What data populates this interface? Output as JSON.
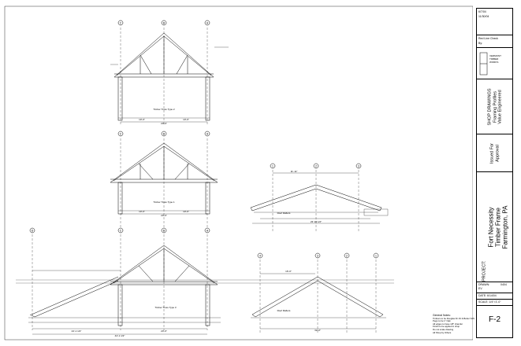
{
  "title_block": {
    "revisions": [
      "6/7/04",
      "11/30/04"
    ],
    "red_line_check": "Red Line Check",
    "by": "By:",
    "logo_text": [
      "VERMONT",
      "TIMBER",
      "WORKS"
    ],
    "drawing_title": [
      "SHOP DRAWINGS",
      "Framing Profiles",
      "Value Engineered"
    ],
    "issued_for": [
      "Issued For",
      "Approval"
    ],
    "project_label": "PROJECT:",
    "project": [
      "Fort Necessity",
      "Timber Frame",
      "Farmington, PA"
    ],
    "drawn_label": "DRAWN:",
    "drawn": "EV",
    "job_no": "0404",
    "date": "DATE: 6/14/04",
    "scale": "SCALE: 1/4\"=1'-0\"",
    "sheet": "F-2"
  },
  "views": {
    "top_left": {
      "grid": [
        "C",
        "B",
        "A"
      ],
      "label": "Timber Truss Type 2",
      "dims": [
        "20'-0\"",
        "10'-0\"",
        "10'-0\""
      ]
    },
    "mid_left": {
      "grid": [
        "C",
        "B",
        "A"
      ],
      "label": "Timber Truss Type 1",
      "dims": [
        "20'-0\"",
        "10'-0\"",
        "10'-0\""
      ]
    },
    "mid_right": {
      "grid": [
        "1",
        "2",
        "3"
      ],
      "label": "Roof Rafters",
      "dims": [
        "23'-10 1/2\"",
        "11'-11\""
      ]
    },
    "bottom_left": {
      "grid": [
        "D",
        "C",
        "B",
        "A"
      ],
      "label": "Timber Truss Type 3",
      "dims": [
        "44'-1 1/2\"",
        "24'-1 1/2\"",
        "20'-0\""
      ]
    },
    "bottom_right": {
      "grid": [
        "4",
        "3",
        "2",
        "1"
      ],
      "label": "Roof Rafters",
      "dims": [
        "32'-0\"",
        "16'-0\""
      ]
    }
  },
  "notes": {
    "heading": "General Notes:",
    "lines": [
      "Timbers to be Douglas Fir #1 & Better S4S",
      "Pegs to be 1\" Oak",
      "All edges to have 1/8\" chamfer",
      "Finish to be applied in shop",
      "Do not scale drawing",
      "All Shop by Others"
    ]
  }
}
